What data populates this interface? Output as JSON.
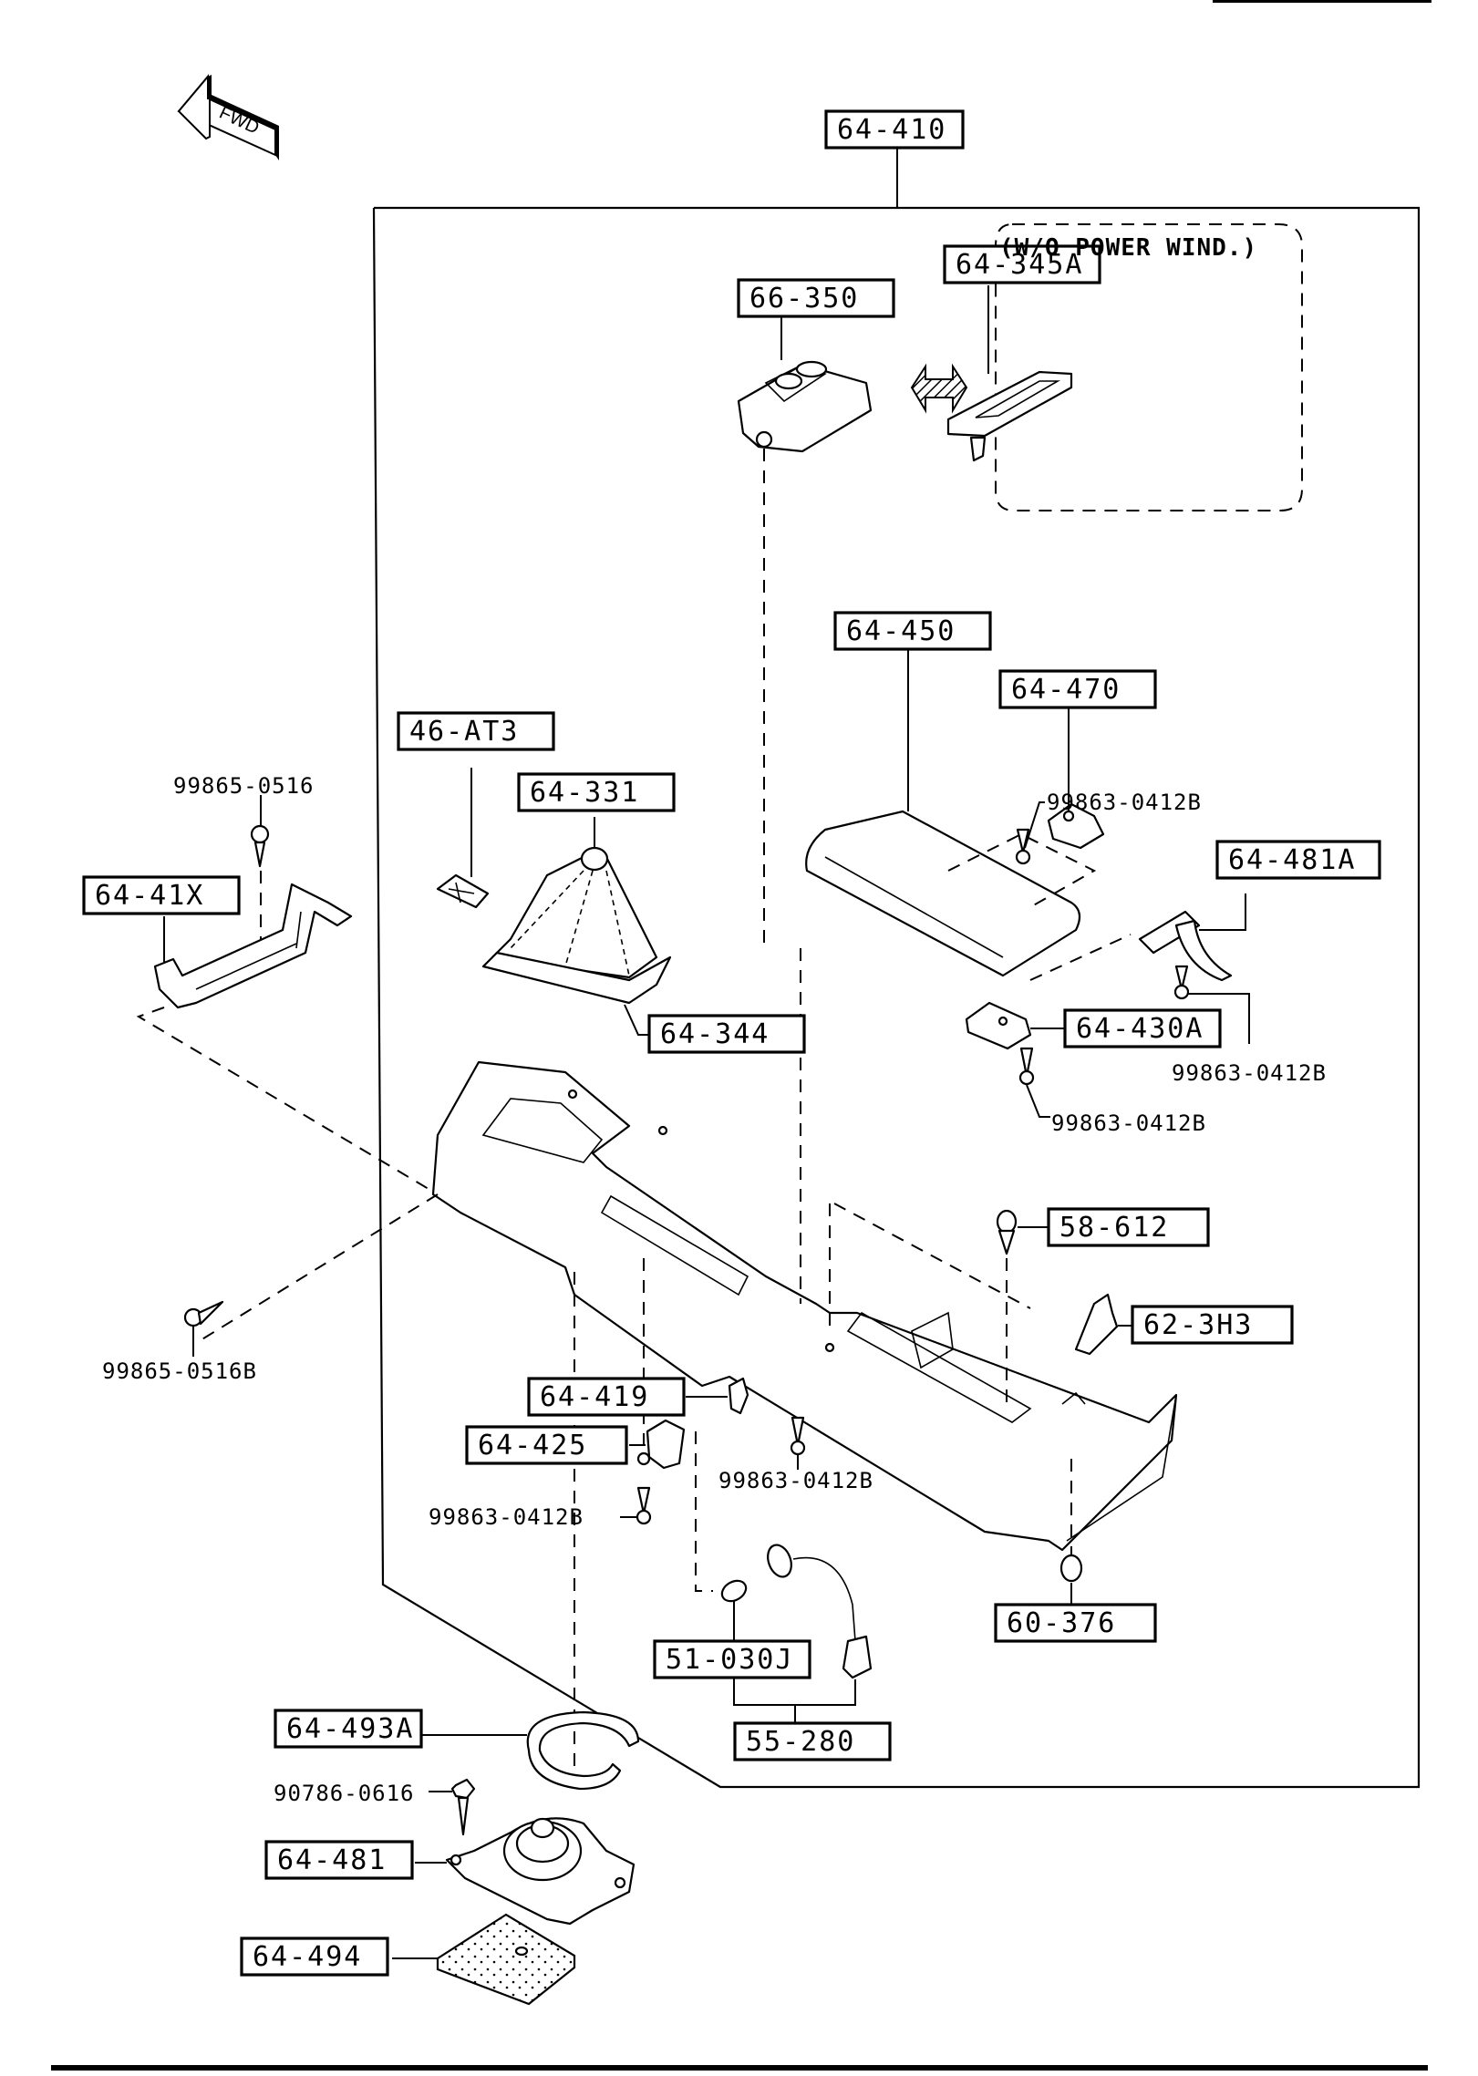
{
  "diagram": {
    "orientation_label": "FWD",
    "assembly_part": "64-410",
    "option_note": "(W/O POWER WIND.)",
    "boxed_parts": [
      {
        "id": "64-410",
        "label": "64-410"
      },
      {
        "id": "66-350",
        "label": "66-350"
      },
      {
        "id": "64-345A",
        "label": "64-345A"
      },
      {
        "id": "64-450",
        "label": "64-450"
      },
      {
        "id": "64-470",
        "label": "64-470"
      },
      {
        "id": "46-AT3",
        "label": "46-AT3"
      },
      {
        "id": "64-331",
        "label": "64-331"
      },
      {
        "id": "64-41X",
        "label": "64-41X"
      },
      {
        "id": "64-481A",
        "label": "64-481A"
      },
      {
        "id": "64-344",
        "label": "64-344"
      },
      {
        "id": "64-430A",
        "label": "64-430A"
      },
      {
        "id": "58-612",
        "label": "58-612"
      },
      {
        "id": "62-3H3",
        "label": "62-3H3"
      },
      {
        "id": "64-419",
        "label": "64-419"
      },
      {
        "id": "64-425",
        "label": "64-425"
      },
      {
        "id": "60-376",
        "label": "60-376"
      },
      {
        "id": "51-030J",
        "label": "51-030J"
      },
      {
        "id": "55-280",
        "label": "55-280"
      },
      {
        "id": "64-493A",
        "label": "64-493A"
      },
      {
        "id": "64-481",
        "label": "64-481"
      },
      {
        "id": "64-494",
        "label": "64-494"
      }
    ],
    "fastener_parts": [
      {
        "id": "screw-a",
        "label": "99865-0516"
      },
      {
        "id": "screw-b",
        "label": "99863-0412B"
      },
      {
        "id": "screw-c",
        "label": "99863-0412B"
      },
      {
        "id": "screw-d",
        "label": "99863-0412B"
      },
      {
        "id": "screw-e",
        "label": "99865-0516B"
      },
      {
        "id": "screw-f",
        "label": "99863-0412B"
      },
      {
        "id": "screw-g",
        "label": "99863-0412B"
      },
      {
        "id": "bolt-h",
        "label": "90786-0616"
      }
    ]
  }
}
